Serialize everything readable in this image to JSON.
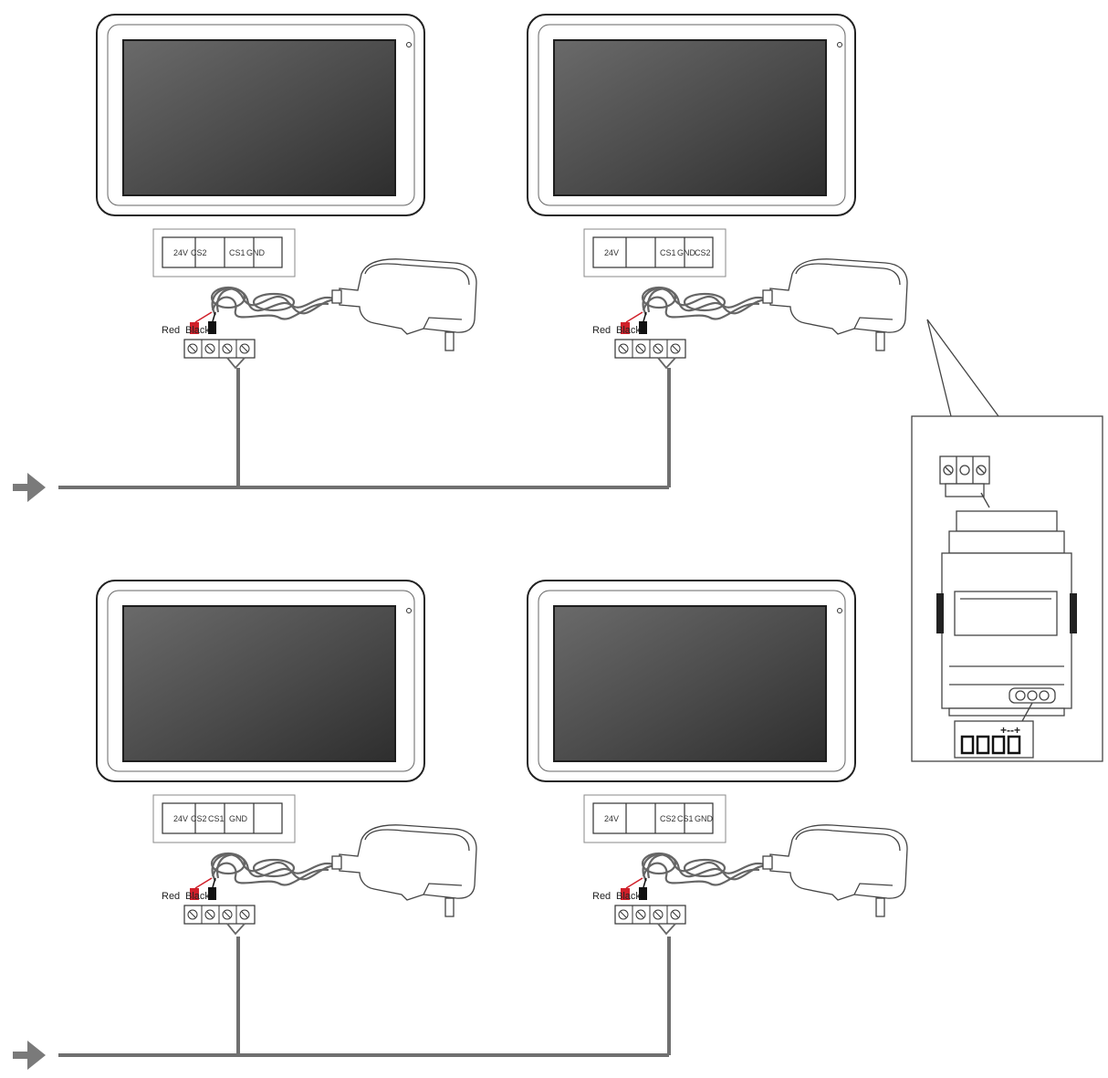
{
  "colors": {
    "screen": "#4a4a4a",
    "screen_edge": "#1e1e1e",
    "bus": "#707070",
    "red_wire": "#d0202a",
    "black_wire": "#111111",
    "outline": "#333333"
  },
  "wire_labels": {
    "red": "Red",
    "black": "Black"
  },
  "monitors": [
    {
      "id": "top-left",
      "terminal_labels": [
        "24V",
        "CS2",
        "",
        "CS1",
        "GND",
        ""
      ]
    },
    {
      "id": "top-right",
      "terminal_labels": [
        "24V",
        "",
        "",
        "CS1",
        "GND",
        "CS2"
      ]
    },
    {
      "id": "bottom-left",
      "terminal_labels": [
        "24V",
        "CS2",
        "CS1",
        "GND",
        "",
        ""
      ]
    },
    {
      "id": "bottom-right",
      "terminal_labels": [
        "24V",
        "",
        "",
        "CS2",
        "CS1",
        "GND"
      ]
    }
  ],
  "power_supply": {
    "polarity_label": "+--+",
    "icons": [
      "terminal-block-icon",
      "din-rail-supply-icon",
      "screw-terminal-icon"
    ]
  },
  "icons": [
    "monitor-icon",
    "power-adapter-icon",
    "arrow-right-icon"
  ]
}
